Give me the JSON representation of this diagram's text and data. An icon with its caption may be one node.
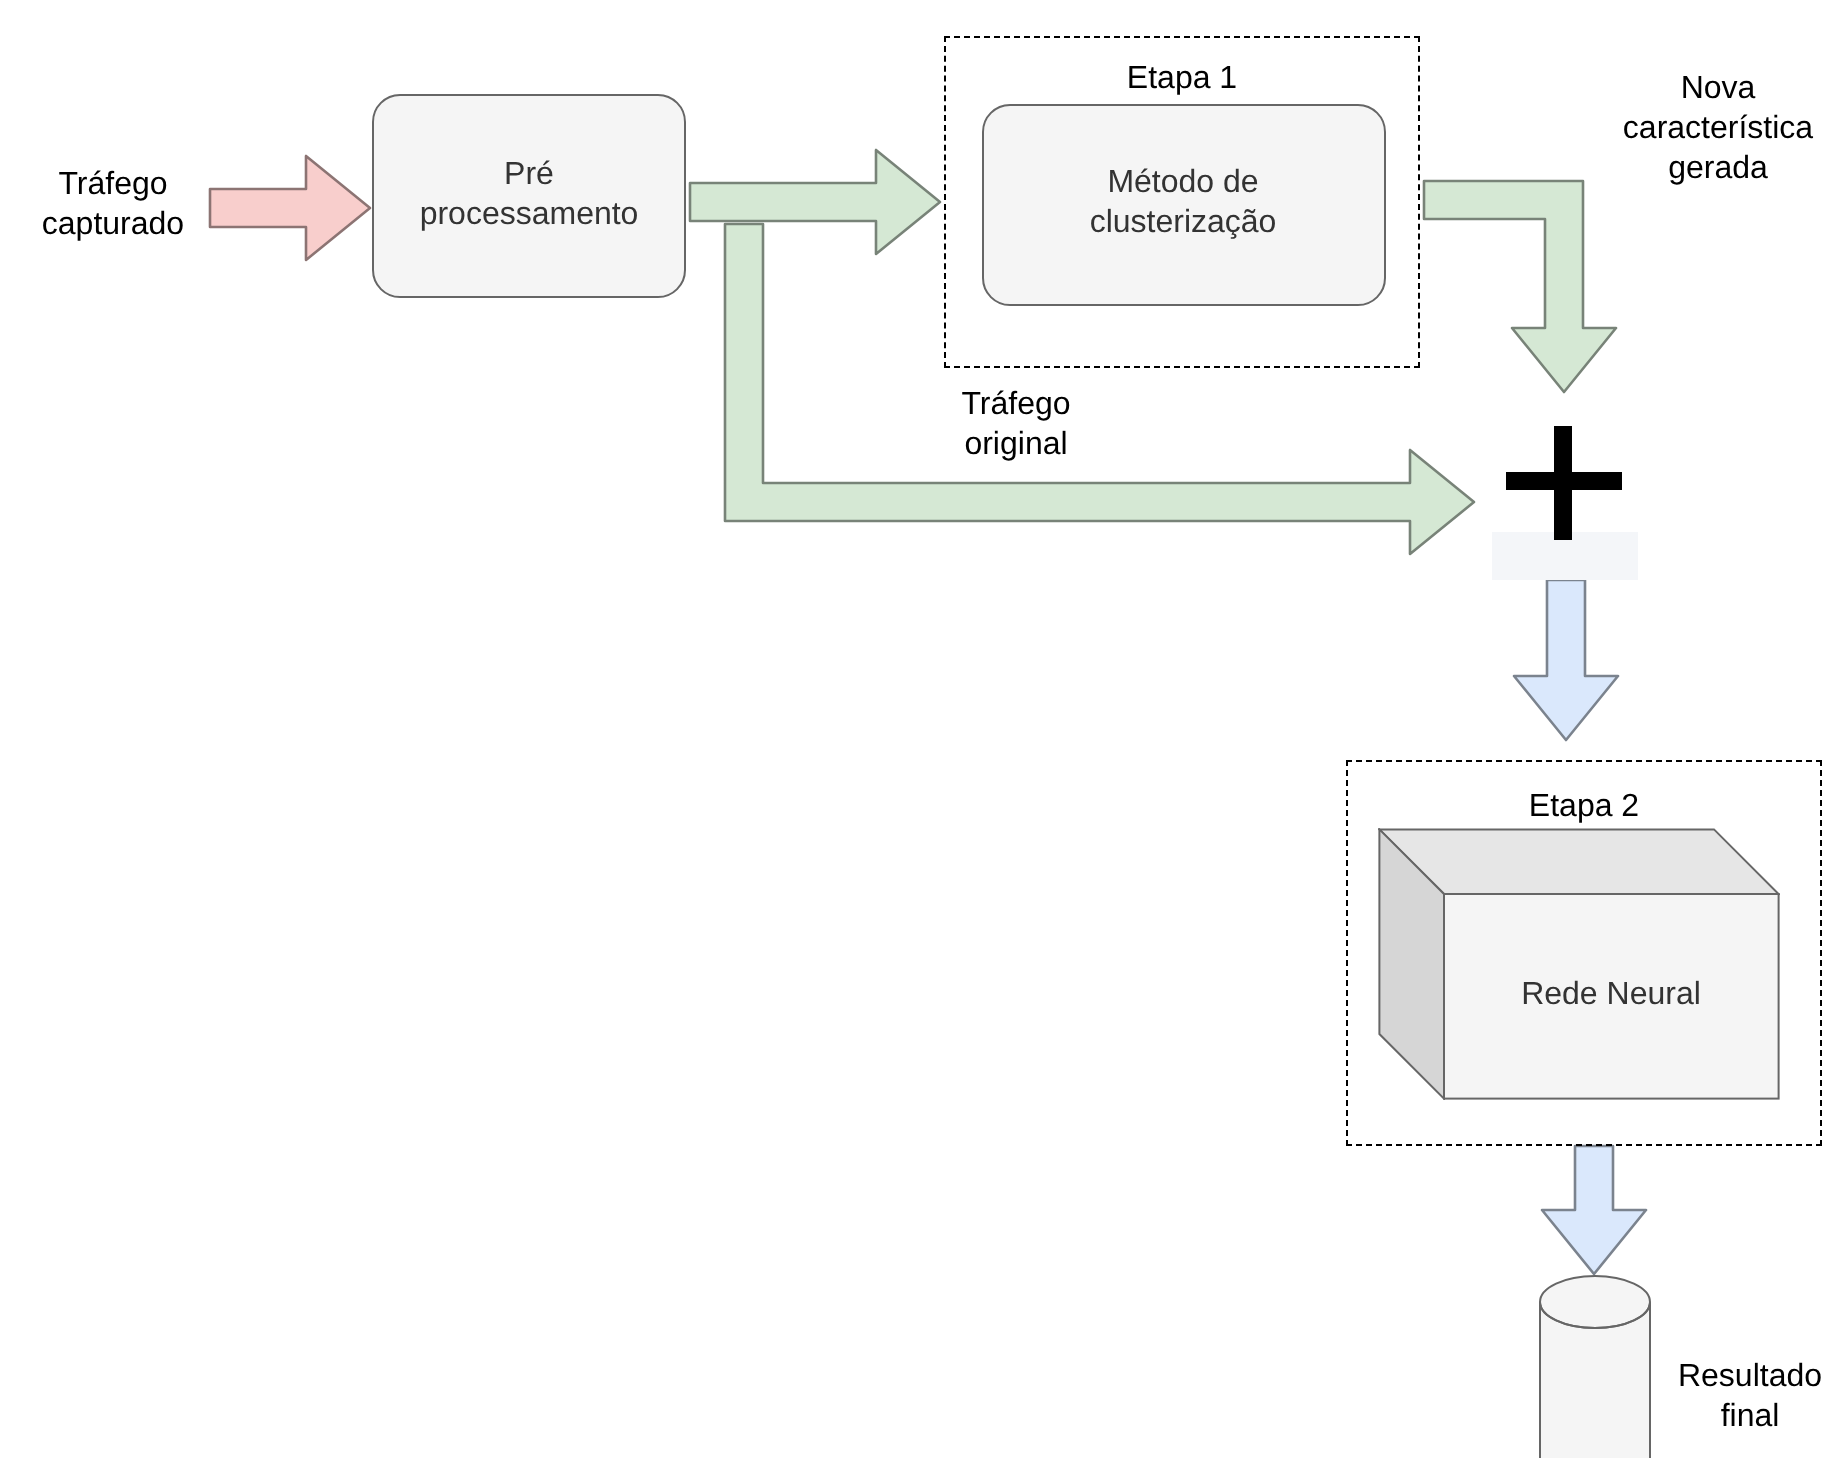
{
  "diagram": {
    "nodes": [
      {
        "text": [
          "Tráfego capturado"
        ]
      },
      {
        "text": [
          "Pré processamento"
        ]
      },
      {
        "text": [
          "Etapa 1"
        ]
      },
      {
        "text": [
          "Método de clusterização"
        ],
        "in": 2
      },
      {
        "text": [],
        "shape": "plus"
      },
      {
        "text": [
          "Etapa 2"
        ]
      },
      {
        "text": [
          "Rede Neural"
        ],
        "in": 5
      },
      {
        "text": [],
        "shape": "cylinder",
        "beside": [
          "Resultado final"
        ]
      }
    ],
    "edges": [
      {
        "from": 0,
        "to": 1,
        "arrow": "to",
        "color": "#f8cecc"
      },
      {
        "from": 1,
        "to": 2,
        "arrow": "to"
      },
      {
        "from": 2,
        "to": 4,
        "arrow": "to",
        "label": "Nova característica gerada"
      },
      {
        "from": 1,
        "to": 4,
        "arrow": "to",
        "label": "Tráfego original"
      },
      {
        "from": 4,
        "to": 5,
        "arrow": "to",
        "color": "#dae8fc"
      },
      {
        "from": 5,
        "to": 7,
        "arrow": "to",
        "color": "#dae8fc"
      }
    ]
  }
}
